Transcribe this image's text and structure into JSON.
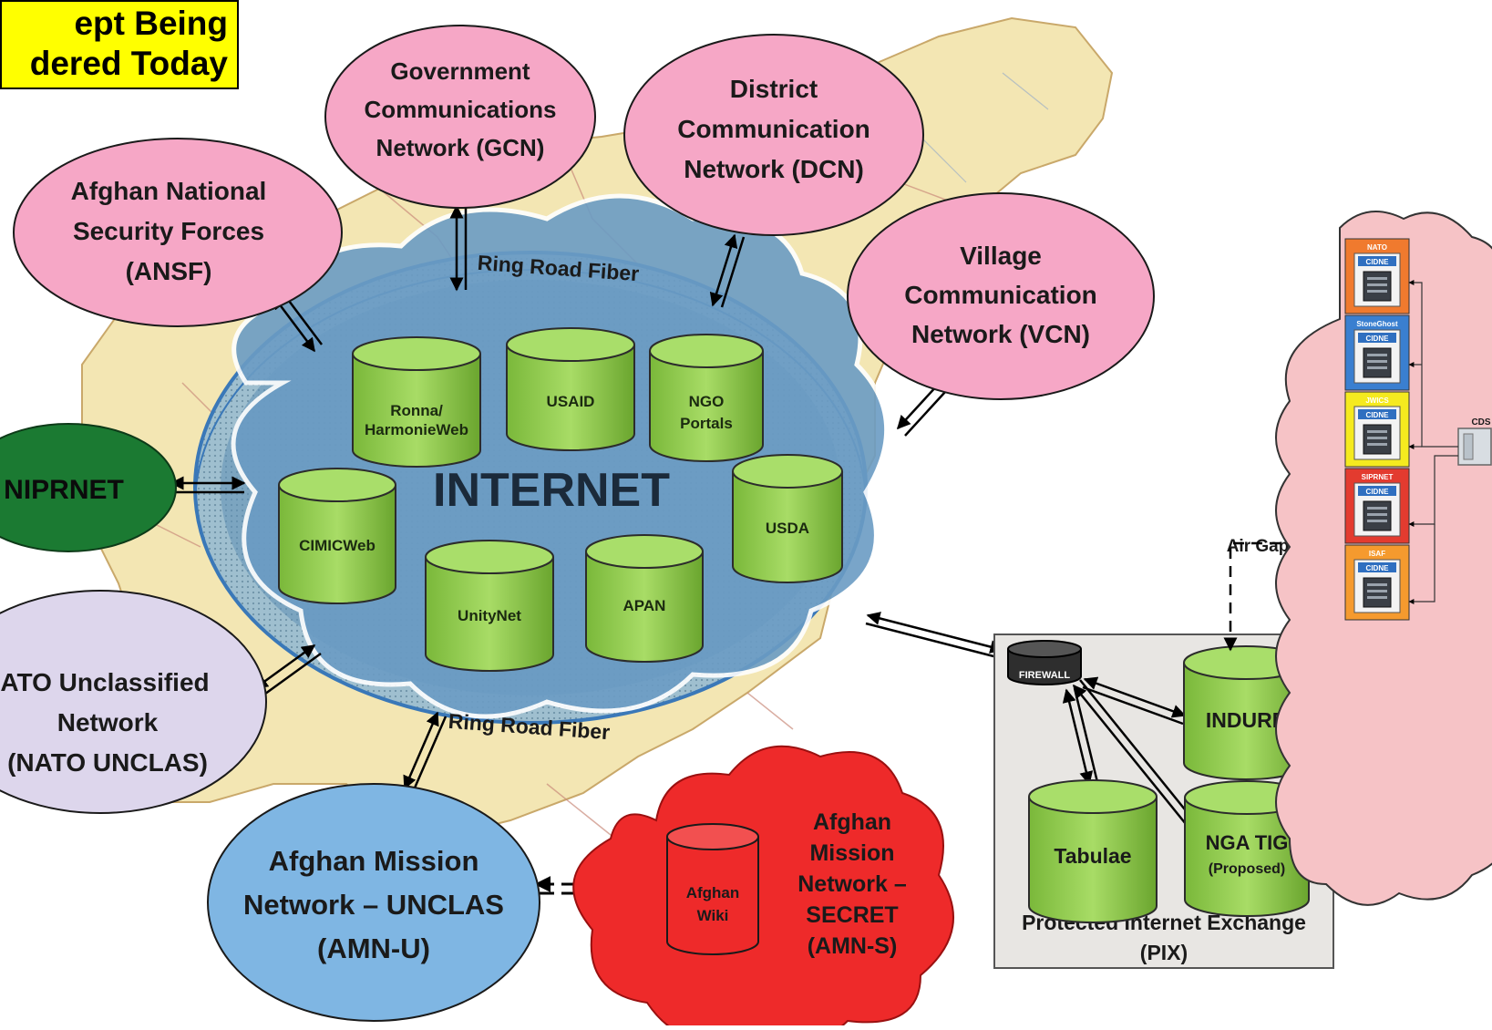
{
  "banner": {
    "line1": "ept  Being",
    "line2": "dered Today",
    "color": "#ffff00"
  },
  "networks": {
    "gcn": [
      "Government",
      "Communications",
      "Network (GCN)"
    ],
    "dcn": [
      "District",
      "Communication",
      "Network (DCN)"
    ],
    "ansf": [
      "Afghan National",
      "Security Forces",
      "(ANSF)"
    ],
    "vcn": [
      "Village",
      "Communication",
      "Network (VCN)"
    ],
    "niprnet": "NIPRNET",
    "nato_unclas": [
      "ATO Unclassified",
      "Network",
      "(NATO UNCLAS)"
    ],
    "amn_u": [
      "Afghan Mission",
      "Network – UNCLAS",
      "(AMN-U)"
    ],
    "amn_s": [
      "Afghan",
      "Mission",
      "Network –",
      "SECRET",
      "(AMN-S)"
    ],
    "afghan_wiki": [
      "Afghan",
      "Wiki"
    ]
  },
  "internet": {
    "label": "INTERNET",
    "ring_top": "Ring Road Fiber",
    "ring_bottom": "Ring Road Fiber",
    "databases": {
      "ronna": [
        "Ronna/",
        "HarmonieWeb"
      ],
      "usaid": "USAID",
      "ngo": [
        "NGO",
        "Portals"
      ],
      "cimic": "CIMICWeb",
      "usda": "USDA",
      "unitynet": "UnityNet",
      "apan": "APAN"
    }
  },
  "pix": {
    "firewall": "FIREWALL",
    "indure": "INDURE",
    "tabulae": "Tabulae",
    "nga": [
      "NGA TIG",
      "(Proposed)"
    ],
    "caption": [
      "Protected Internet Exchange",
      "(PIX)"
    ]
  },
  "air_gap": "Air Gap",
  "classified": {
    "servers": [
      {
        "name": "NATO",
        "color": "#f07a2e",
        "tag": "CIDNE"
      },
      {
        "name": "StoneGhost",
        "color": "#3a7fd0",
        "tag": "CIDNE"
      },
      {
        "name": "JWICS",
        "color": "#f5ea1f",
        "tag": "CIDNE"
      },
      {
        "name": "SIPRNET",
        "color": "#e33b2f",
        "tag": "CIDNE"
      },
      {
        "name": "ISAF",
        "color": "#f59a2e",
        "tag": "CIDNE"
      }
    ],
    "cds": "CDS"
  },
  "colors": {
    "pink": "#f6a7c6",
    "green_db": "#8fcc4a",
    "dark_green": "#1b7a32",
    "amn_u_blue": "#7fb6e3",
    "amn_s_red": "#ee2a2a",
    "map": "#f4e7b0"
  }
}
